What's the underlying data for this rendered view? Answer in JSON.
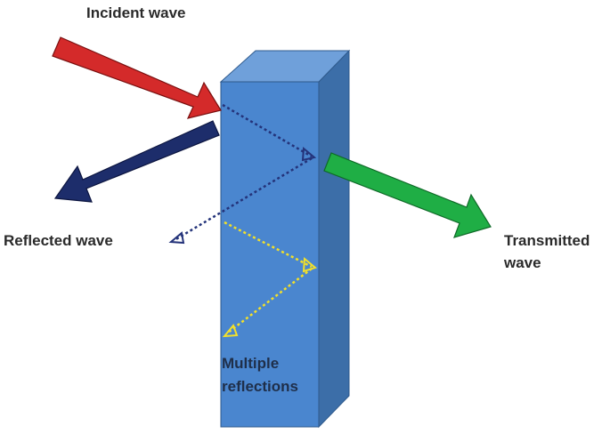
{
  "labels": {
    "incident": "Incident wave",
    "reflected": "Reflected wave",
    "transmitted_line1": "Transmitted",
    "transmitted_line2": "wave",
    "multiple_line1": "Multiple",
    "multiple_line2": "reflections"
  },
  "colors": {
    "incident_arrow": "#d42a2a",
    "reflected_arrow": "#1d2d6b",
    "transmitted_arrow": "#1fae45",
    "slab_front": "#4a86cf",
    "slab_top": "#6fa0da",
    "slab_side": "#3c6ea8",
    "internal_path": "#24337a",
    "multiple_path": "#f2e02a"
  }
}
